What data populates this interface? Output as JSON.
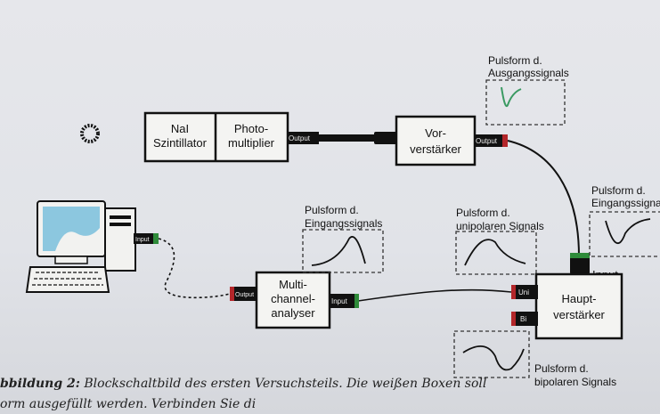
{
  "blocks": {
    "nai": [
      "NaI",
      "Szintillator"
    ],
    "photo": [
      "Photo-",
      "multiplier"
    ],
    "vor": [
      "Vor-",
      "verstärker"
    ],
    "haupt": [
      "Haupt-",
      "verstärker"
    ],
    "multi": [
      "Multi-",
      "channel-",
      "analyser"
    ]
  },
  "ports": {
    "output": "Output",
    "input": "Input",
    "uni": "Uni",
    "bi": "Bi"
  },
  "haupt_input_label": "Input",
  "pulse_labels": {
    "ausgang": [
      "Pulsform d.",
      "Ausgangssignals"
    ],
    "eingang_right": [
      "Pulsform d.",
      "Eingangssigna"
    ],
    "eingang_mid": [
      "Pulsform d.",
      "Eingangssignals"
    ],
    "unipolar": [
      "Pulsform d.",
      "unipolaren Signals"
    ],
    "bipolar": [
      "Pulsform d.",
      "bipolaren Signals"
    ]
  },
  "caption": {
    "line1_bold": "bbildung 2:",
    "line1_text": " Blockschaltbild des ersten Versuchsteils. Die weißen Boxen soll",
    "line2_text": "orm ausgefüllt werden. Verbinden Sie di"
  },
  "colors": {
    "green": "#2e8b3a",
    "red": "#b3262a",
    "ink": "#111111",
    "screen": "#8cc7df"
  }
}
